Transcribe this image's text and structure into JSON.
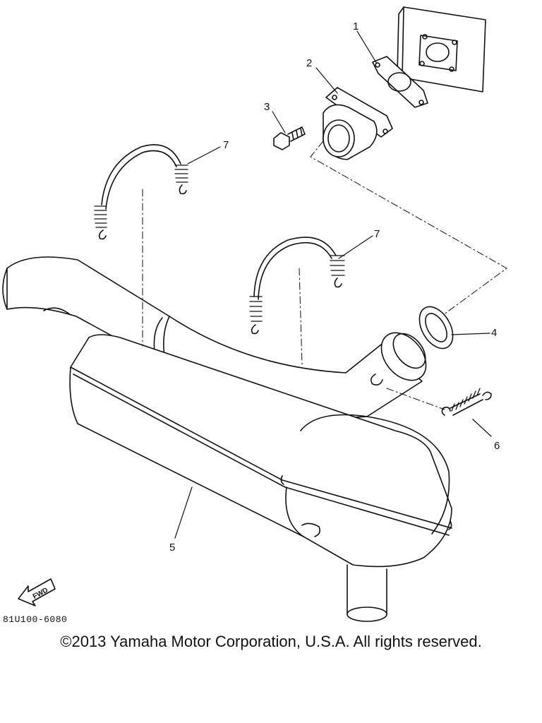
{
  "diagram": {
    "callouts": {
      "p1": "1",
      "p2": "2",
      "p3": "3",
      "p4": "4",
      "p5": "5",
      "p6": "6",
      "p7a": "7",
      "p7b": "7"
    },
    "fwd_label": "FWD",
    "part_code": "81U100-6080"
  },
  "footer": {
    "copyright": "©2013 Yamaha Motor Corporation, U.S.A. All rights reserved."
  }
}
